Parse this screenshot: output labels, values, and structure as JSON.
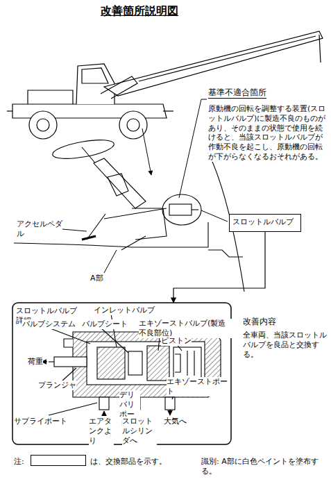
{
  "diagram": {
    "title": "改善箇所説明図",
    "nodes": [
      {
        "text": [
          "スロットルバルブ"
        ]
      },
      {
        "text": [
          "スロットルバルブ詳細"
        ]
      }
    ],
    "edges": [
      {
        "from": 0,
        "to": 1,
        "arrow": "to"
      }
    ],
    "labels": [
      "基準不適合箇所",
      "原動機の回転を調整する装置(スロットルバルブ)に製造不良のものがあり、そのままの状態で使用を続けると、当該スロットルバルブが作動不良を起こし、原動機の回転が下がらなくなるおそれがある。",
      "アクセルペダル",
      "A部",
      "インレットバルブ",
      "バルブシステム",
      "バルブシート",
      "エキゾーストバルブ(製造不良部位)",
      "ピストン",
      "荷重",
      "プランジャ",
      "エキゾーストポート",
      "デリバリポート",
      "サプライポート",
      "エアタンクより",
      "スロットルシリンダへ",
      "大気へ",
      "改善内容",
      "全車両、当該スロットルバルブを良品と交換する。",
      "注:",
      "識別: A部に白色ペイントを塗布する。"
    ],
    "legend": [
      {
        "text": "は、交換部品を示す。",
        "color": "#ffffff"
      }
    ]
  }
}
